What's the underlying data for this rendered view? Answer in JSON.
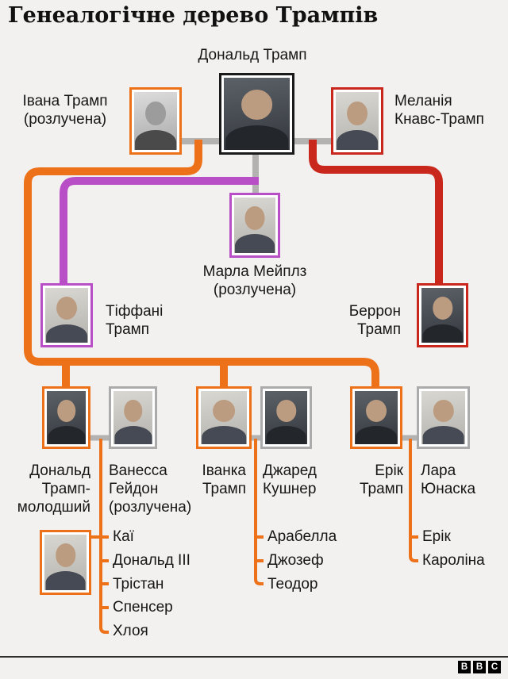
{
  "title": "Генеалогічне дерево Трампів",
  "colors": {
    "background": "#f2f1ef",
    "orange_line": "#ec7118",
    "purple_line": "#b94fc6",
    "red_line": "#c9271c",
    "gray_line": "#b3b2b0",
    "frame_gray": "#ababab",
    "frame_black": "#1a1a1a"
  },
  "people": {
    "donald": {
      "label": "Дональд Трамп"
    },
    "ivana": {
      "line1": "Івана Трамп",
      "line2": "(розлучена)"
    },
    "melania": {
      "line1": "Меланія",
      "line2": "Кнавс-Трамп"
    },
    "marla": {
      "line1": "Марла Мейплз",
      "line2": "(розлучена)"
    },
    "tiffany": {
      "line1": "Тіффані",
      "line2": "Трамп"
    },
    "barron": {
      "line1": "Беррон",
      "line2": "Трамп"
    },
    "don_jr": {
      "line1": "Дональд",
      "line2": "Трамп-",
      "line3": "молодший"
    },
    "vanessa": {
      "line1": "Ванесса",
      "line2": "Гейдон",
      "line3": "(розлучена)"
    },
    "ivanka": {
      "line1": "Іванка",
      "line2": "Трамп"
    },
    "jared": {
      "line1": "Джаред",
      "line2": "Кушнер"
    },
    "eric": {
      "line1": "Ерік",
      "line2": "Трамп"
    },
    "lara": {
      "line1": "Лара",
      "line2": "Юнаска"
    }
  },
  "grandchildren": {
    "don_jr_kids": [
      "Каї",
      "Дональд III",
      "Трістан",
      "Спенсер",
      "Хлоя"
    ],
    "ivanka_kids": [
      "Арабелла",
      "Джозеф",
      "Теодор"
    ],
    "eric_kids": [
      "Ерік",
      "Кароліна"
    ]
  },
  "footer": {
    "logo_letters": [
      "B",
      "B",
      "C"
    ]
  }
}
